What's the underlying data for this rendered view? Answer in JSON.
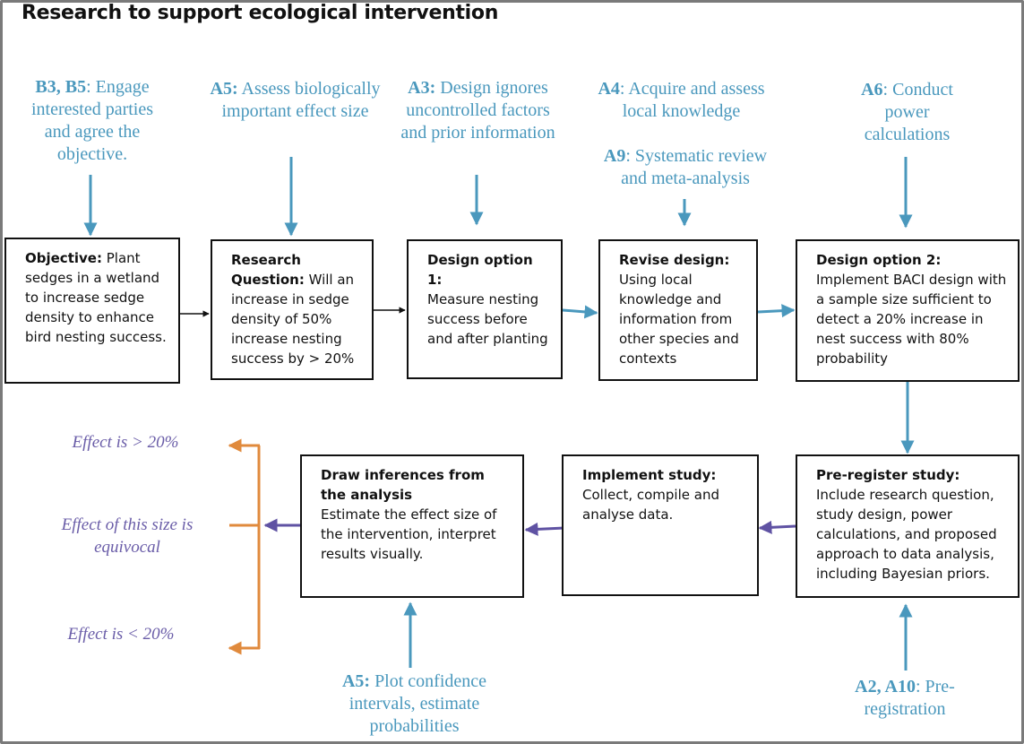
{
  "title": "Research to support ecological intervention",
  "annotations": {
    "b3b5": {
      "code": "B3, B5",
      "text": ": Engage interested parties and agree the objective."
    },
    "a5_effect": {
      "code": "A5:",
      "text": " Assess biologically important effect size"
    },
    "a3": {
      "code": "A3:",
      "text": " Design ignores uncontrolled factors and prior information"
    },
    "a4": {
      "code": "A4",
      "text": ": Acquire and assess local knowledge"
    },
    "a9": {
      "code": "A9",
      "text": ": Systematic review and meta-analysis"
    },
    "a6": {
      "code": "A6",
      "text": ": Conduct power calculations"
    },
    "a5_plot": {
      "code": "A5:",
      "text": " Plot confidence intervals, estimate probabilities"
    },
    "a2a10": {
      "code": "A2, A10",
      "text": ": Pre-registration"
    }
  },
  "boxes": {
    "objective": {
      "heading": "Objective:",
      "text": " Plant sedges in a wetland to increase sedge density to enhance bird nesting success."
    },
    "question": {
      "heading": "Research Question:",
      "text": " Will an increase in sedge density of 50% increase nesting success by > 20%"
    },
    "design1": {
      "heading": "Design option 1:",
      "text": "Measure nesting success before and after planting"
    },
    "revise": {
      "heading": "Revise design:",
      "text": "Using local knowledge and information from other species and contexts"
    },
    "design2": {
      "heading": "Design option 2:",
      "text": "Implement BACI design with a sample size sufficient to detect a 20% increase in nest success with 80% probability"
    },
    "preregister": {
      "heading": "Pre-register study:",
      "text": "Include research question, study design, power calculations, and proposed approach to data analysis, including Bayesian priors."
    },
    "implement": {
      "heading": "Implement study:",
      "text": "Collect, compile and analyse data."
    },
    "inference": {
      "heading": "Draw inferences from the analysis",
      "text": "Estimate the effect size of the intervention, interpret results visually."
    }
  },
  "outcomes": {
    "greater": "Effect is > 20%",
    "equivocal": "Effect of this size is equivocal",
    "less": "Effect is < 20%"
  },
  "colors": {
    "blue": "#4a98bd",
    "purple": "#5f52a3",
    "orange": "#e08a3c",
    "black": "#111111"
  }
}
